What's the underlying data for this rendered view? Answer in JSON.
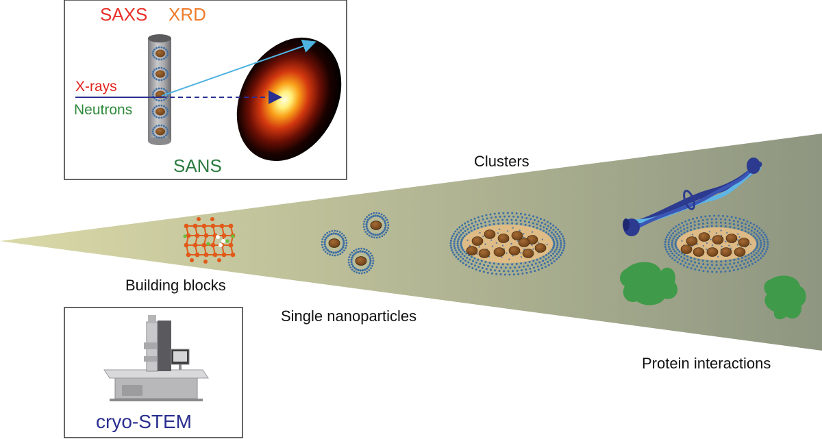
{
  "scattering_inset": {
    "labels": {
      "saxs": "SAXS",
      "xrd": "XRD",
      "xrays": "X-rays",
      "neutrons": "Neutrons",
      "sans": "SANS"
    },
    "colors": {
      "saxs": "#e8302a",
      "xrd": "#ef7b2a",
      "xrays": "#e0251f",
      "neutrons": "#2f8a3a",
      "sans": "#2b7a3f",
      "beam": "#2a2f8f",
      "scattered": "#4eb3e0"
    }
  },
  "microscopy_inset": {
    "label": "cryo-STEM",
    "color": "#2a2f8f"
  },
  "stages": {
    "building_blocks": "Building blocks",
    "single_nanoparticles": "Single nanoparticles",
    "clusters": "Clusters",
    "protein_interactions": "Protein interactions"
  },
  "colors": {
    "wedge_start": "#dad9a8",
    "wedge_end": "#8d9580",
    "nanoparticle_core": "#7a4a1e",
    "ligand_dots": "#3e6ea3",
    "cluster_fill": "#e2bd86",
    "protein": "#3f9a49",
    "fiber_dark": "#2c3a8f",
    "fiber_light": "#5fb5e4",
    "framework": "#e25a1a"
  }
}
